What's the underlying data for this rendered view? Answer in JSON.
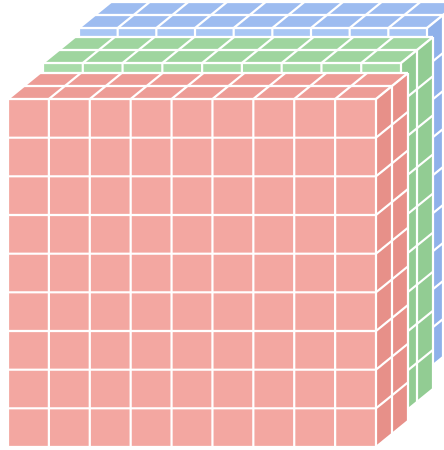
{
  "diagram": {
    "type": "tensor-stack",
    "layers": [
      {
        "id": "blue",
        "face_color": "#a9c7f5",
        "top_color": "#9dbcf0",
        "side_color": "#8fb1ea"
      },
      {
        "id": "green",
        "face_color": "#a9dcaa",
        "top_color": "#9fd59f",
        "side_color": "#92cc93"
      },
      {
        "id": "red",
        "face_color": "#f3a7a1",
        "top_color": "#ed9c96",
        "side_color": "#e79089"
      }
    ],
    "grid": {
      "rows": 9,
      "cols": 9
    },
    "grid_line_color": "#ffffff"
  }
}
